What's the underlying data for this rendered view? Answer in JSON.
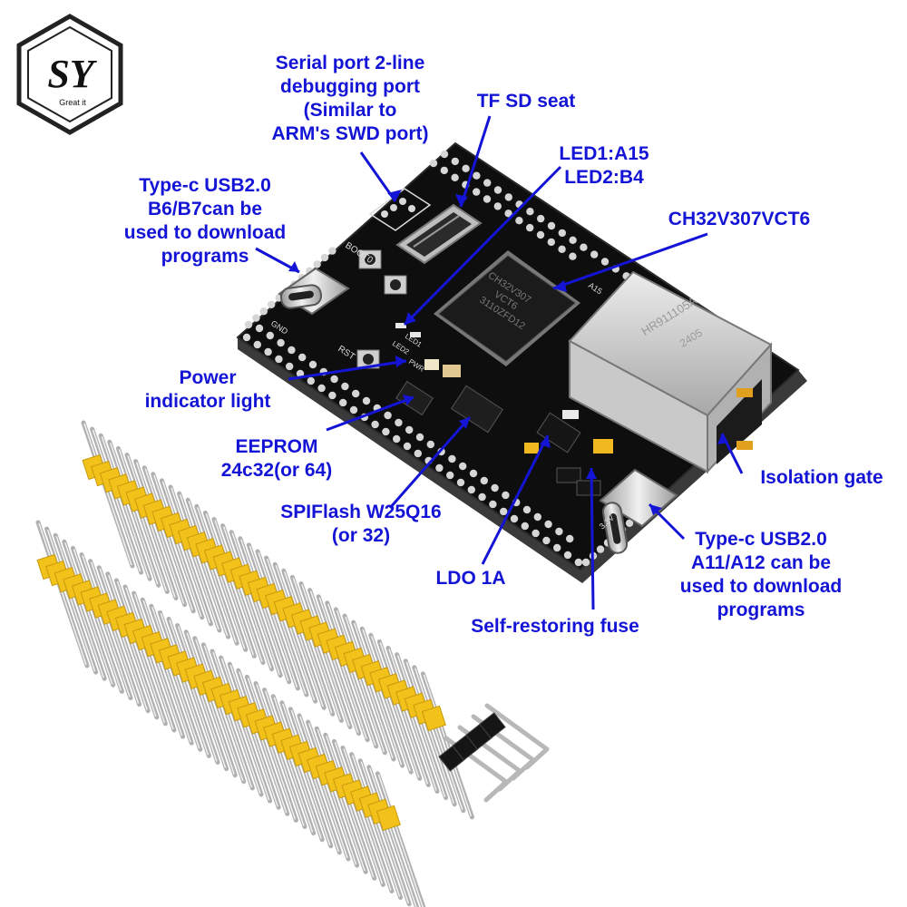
{
  "logo": {
    "letters": "SY",
    "tagline": "Great it"
  },
  "labels": {
    "serial_port": [
      "Serial port 2-line",
      "debugging port",
      "(Similar to",
      "ARM's SWD port)"
    ],
    "tf_sd": [
      "TF SD seat"
    ],
    "led": [
      "LED1:A15",
      "LED2:B4"
    ],
    "mcu": [
      "CH32V307VCT6"
    ],
    "usb_left": [
      "Type-c USB2.0",
      "B6/B7can be",
      "used to download",
      "programs"
    ],
    "power_light": [
      "Power",
      "indicator light"
    ],
    "eeprom": [
      "EEPROM",
      "24c32(or 64)"
    ],
    "spiflash": [
      "SPIFlash W25Q16",
      "(or 32)"
    ],
    "ldo": [
      "LDO 1A"
    ],
    "fuse": [
      "Self-restoring fuse"
    ],
    "isolation": [
      "Isolation gate"
    ],
    "usb_right": [
      "Type-c USB2.0",
      "A11/A12 can be",
      "used to download",
      "programs"
    ]
  },
  "board": {
    "chip_marking": [
      "CH32V307",
      "VCT6",
      "3110ZFD12"
    ],
    "rj45_marking": [
      "HR911105A",
      "2405"
    ],
    "silkscreen": [
      "BOOT0",
      "RST",
      "LED1",
      "LED2",
      "PWR",
      "GND",
      "3.3V",
      "A15"
    ]
  },
  "colors": {
    "label_blue": "#1414d6",
    "pcb": "#0d0d0d",
    "header_yellow": "#f2c21b",
    "pin_silver": "#c8c8c8"
  }
}
